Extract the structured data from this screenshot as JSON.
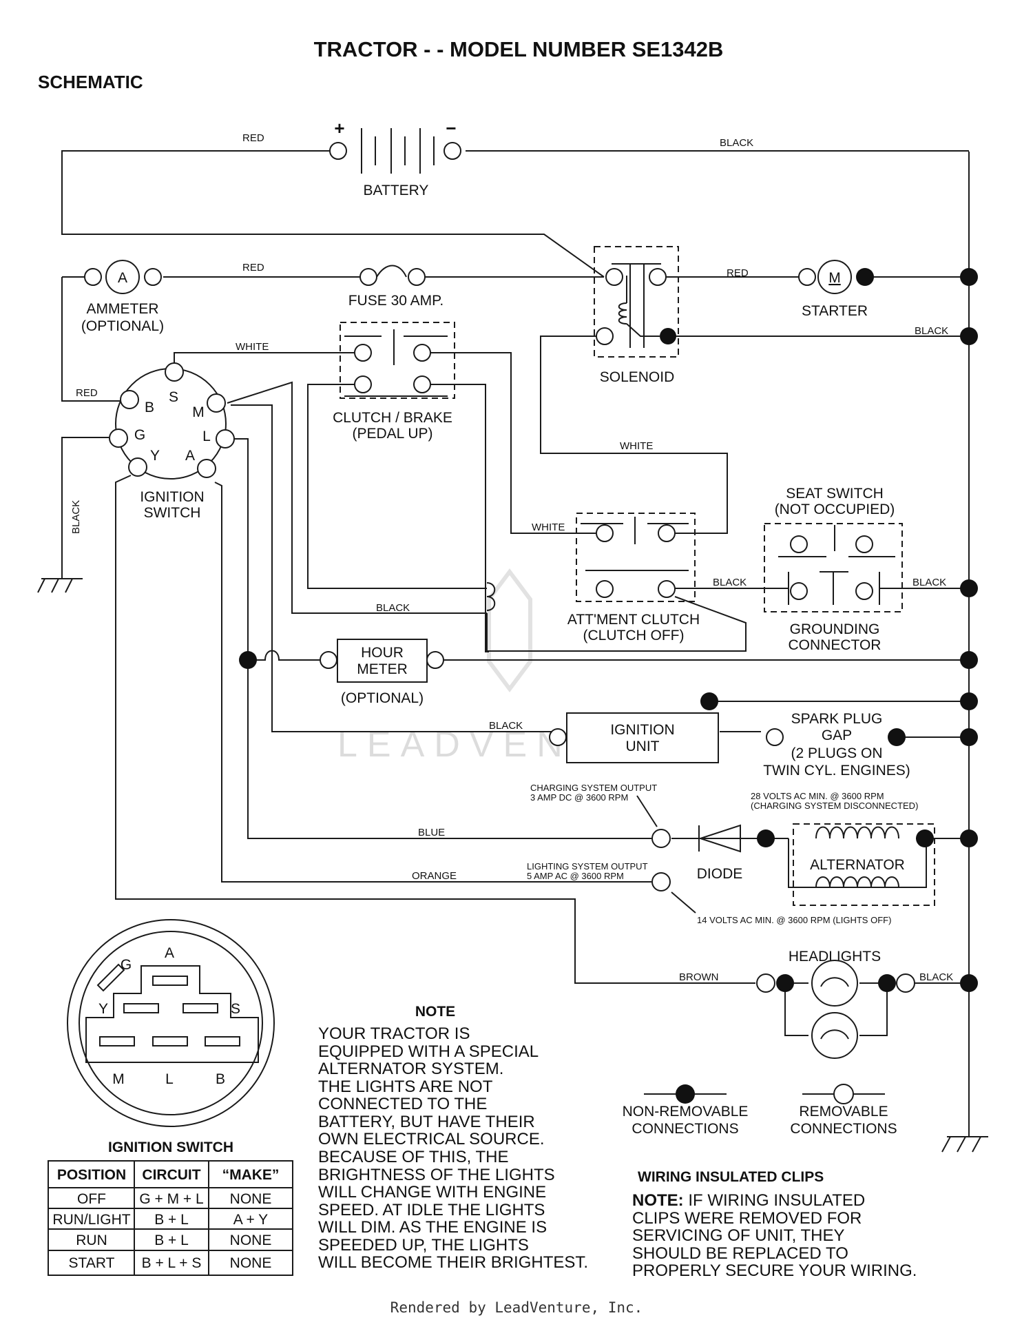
{
  "title": "TRACTOR - - MODEL NUMBER SE1342B",
  "subtitle": "SCHEMATIC",
  "components": {
    "battery": "BATTERY",
    "battery_plus": "+",
    "battery_minus": "−",
    "ammeter_symbol": "A",
    "ammeter_line1": "AMMETER",
    "ammeter_line2": "(OPTIONAL)",
    "fuse": "FUSE 30 AMP.",
    "starter_symbol": "M",
    "starter": "STARTER",
    "solenoid": "SOLENOID",
    "clutch_brake_line1": "CLUTCH / BRAKE",
    "clutch_brake_line2": "(PEDAL UP)",
    "ignition_switch_line1": "IGNITION",
    "ignition_switch_line2": "SWITCH",
    "ign_terminals": {
      "S": "S",
      "B": "B",
      "M": "M",
      "G": "G",
      "L": "L",
      "Y": "Y",
      "A": "A"
    },
    "seat_switch_line1": "SEAT SWITCH",
    "seat_switch_line2": "(NOT OCCUPIED)",
    "attment_clutch_line1": "ATT'MENT CLUTCH",
    "attment_clutch_line2": "(CLUTCH OFF)",
    "grounding_connector_line1": "GROUNDING",
    "grounding_connector_line2": "CONNECTOR",
    "hour_meter_line1": "HOUR",
    "hour_meter_line2": "METER",
    "hour_meter_line3": "(OPTIONAL)",
    "ignition_unit_line1": "IGNITION",
    "ignition_unit_line2": "UNIT",
    "spark_plug_line1": "SPARK PLUG",
    "spark_plug_line2": "GAP",
    "spark_plug_line3": "(2 PLUGS ON",
    "spark_plug_line4": "TWIN CYL. ENGINES)",
    "charging_output_line1": "CHARGING SYSTEM OUTPUT",
    "charging_output_line2": "3 AMP DC @ 3600 RPM",
    "volts28_line1": "28 VOLTS AC MIN. @ 3600 RPM",
    "volts28_line2": "(CHARGING SYSTEM DISCONNECTED)",
    "diode": "DIODE",
    "alternator": "ALTERNATOR",
    "lighting_output_line1": "LIGHTING SYSTEM OUTPUT",
    "lighting_output_line2": "5 AMP AC @ 3600 RPM",
    "volts14": "14 VOLTS AC MIN. @ 3600 RPM (LIGHTS OFF)",
    "headlights": "HEADLIGHTS"
  },
  "wires": {
    "red1": "RED",
    "black1": "BLACK",
    "red2": "RED",
    "red3": "RED",
    "black2": "BLACK",
    "white1": "WHITE",
    "red4": "RED",
    "white2": "WHITE",
    "black_vert": "BLACK",
    "white3": "WHITE",
    "black3": "BLACK",
    "black4": "BLACK",
    "black5": "BLACK",
    "black6": "BLACK",
    "blue": "BLUE",
    "orange": "ORANGE",
    "brown": "BROWN",
    "black7": "BLACK"
  },
  "legend": {
    "non_removable_line1": "NON-REMOVABLE",
    "non_removable_line2": "CONNECTIONS",
    "removable_line1": "REMOVABLE",
    "removable_line2": "CONNECTIONS"
  },
  "switch_face": {
    "G": "G",
    "A": "A",
    "Y": "Y",
    "S": "S",
    "M": "M",
    "L": "L",
    "B": "B"
  },
  "ignition_table": {
    "title": "IGNITION SWITCH",
    "headers": [
      "POSITION",
      "CIRCUIT",
      "“MAKE”"
    ],
    "rows": [
      [
        "OFF",
        "G + M + L",
        "NONE"
      ],
      [
        "RUN/LIGHT",
        "B + L",
        "A + Y"
      ],
      [
        "RUN",
        "B + L",
        "NONE"
      ],
      [
        "START",
        "B + L + S",
        "NONE"
      ]
    ]
  },
  "note": {
    "heading": "NOTE",
    "lines": [
      "YOUR TRACTOR IS",
      "EQUIPPED WITH A SPECIAL",
      "ALTERNATOR SYSTEM.",
      "THE LIGHTS ARE NOT",
      "CONNECTED TO THE",
      "BATTERY, BUT HAVE THEIR",
      "OWN ELECTRICAL SOURCE.",
      "BECAUSE OF THIS, THE",
      "BRIGHTNESS OF THE LIGHTS",
      "WILL CHANGE WITH ENGINE",
      "SPEED.  AT IDLE THE LIGHTS",
      "WILL DIM.  AS THE ENGINE IS",
      "SPEEDED UP, THE LIGHTS",
      "WILL BECOME THEIR BRIGHTEST."
    ]
  },
  "clips": {
    "heading": "WIRING INSULATED CLIPS",
    "note_label": "NOTE:",
    "line1": " IF WIRING INSULATED",
    "lines": [
      "CLIPS WERE REMOVED FOR",
      "SERVICING OF UNIT, THEY",
      "SHOULD BE REPLACED TO",
      "PROPERLY SECURE YOUR WIRING."
    ]
  },
  "watermark": "LEADVENTURE",
  "footer": "Rendered by LeadVenture, Inc."
}
